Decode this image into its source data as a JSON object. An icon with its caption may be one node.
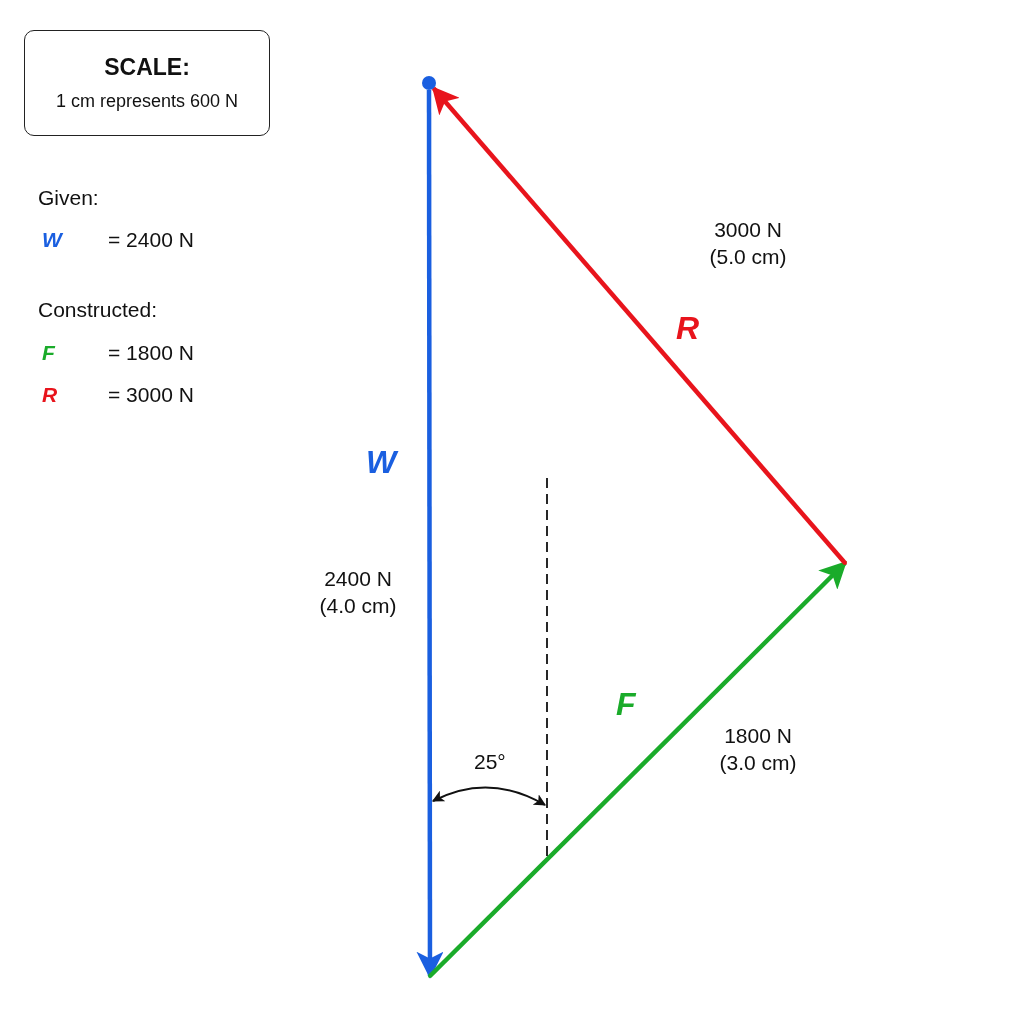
{
  "diagram": {
    "nodes": [
      {
        "text": [
          "SCALE:",
          "1 cm represents 600 N"
        ]
      },
      {
        "text": [],
        "shape": "circle"
      },
      {
        "text": [],
        "shape": "point"
      },
      {
        "text": [],
        "shape": "point"
      }
    ],
    "edges": [
      {
        "from": 1,
        "to": 3,
        "arrow": "to",
        "color": "#1a5fe0"
      },
      {
        "from": 3,
        "to": 2,
        "arrow": "to",
        "color": "#1aab2a"
      },
      {
        "from": 2,
        "to": 1,
        "arrow": "to",
        "color": "#e8141c"
      }
    ],
    "labels": [
      "Given:",
      "W",
      "= 2400 N",
      "3000 N (5.0 cm)",
      "Constructed:",
      "F",
      "= 1800 N",
      "R",
      "R",
      "= 3000 N",
      "W",
      "2400 N (4.0 cm)",
      "F",
      "1800 N (3.0 cm)",
      "25°"
    ]
  }
}
